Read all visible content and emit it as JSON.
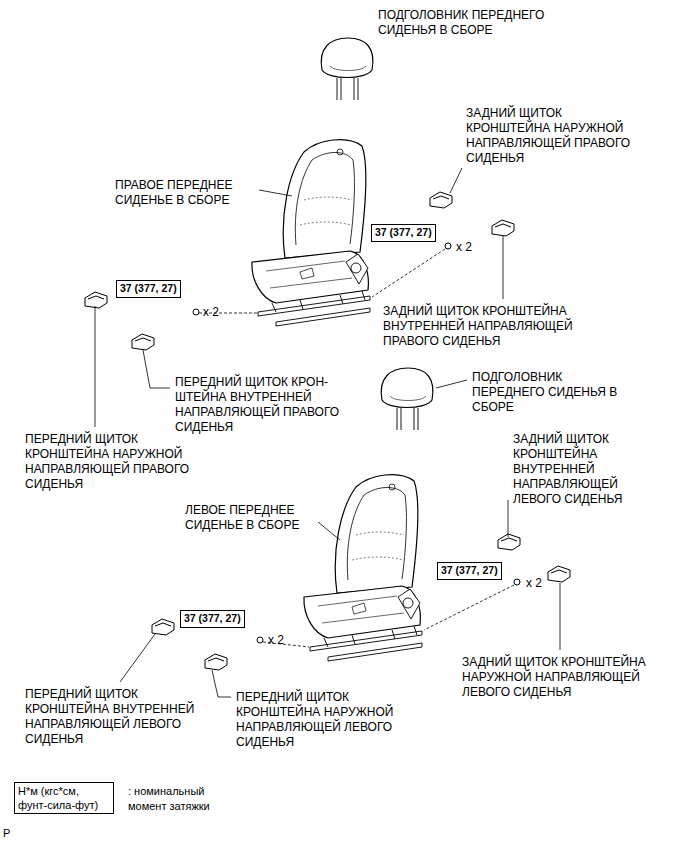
{
  "diagram": {
    "nodes": [
      {
        "text": [
          "37 (377, 27)"
        ]
      },
      {
        "text": [
          "37 (377, 27)"
        ]
      },
      {
        "text": [
          "37 (377, 27)"
        ]
      },
      {
        "text": [
          "37 (377, 27)"
        ]
      },
      {
        "text": [
          "Н*м (кгс*см, фунт-сила-фут)"
        ]
      }
    ],
    "labels": [
      "ПОДГОЛОВНИК ПЕРЕДНЕГО СИДЕНЬЯ В СБОРЕ",
      "ЗАДНИЙ ЩИТОК КРОНШТЕЙНА НАРУЖНОЙ НАПРАВЛЯЮЩЕЙ ПРАВОГО СИДЕНЬЯ",
      "ПРАВОЕ ПЕРЕДНЕЕ СИДЕНЬЕ В СБОРЕ",
      "x 2",
      "x 2",
      "ЗАДНИЙ ЩИТОК КРОНШТЕЙНА ВНУТРЕННЕЙ НАПРАВЛЯЮЩЕЙ ПРАВОГО СИДЕНЬЯ",
      "ПОДГОЛОВНИК ПЕРЕДНЕГО СИДЕНЬЯ В СБОРЕ",
      "ПЕРЕДНИЙ ЩИТОК КРОН-ШТЕЙНА ВНУТРЕННЕЙ НАПРАВЛЯЮЩЕЙ ПРАВОГО СИДЕНЬЯ",
      "ПЕРЕДНИЙ ЩИТОК КРОНШТЕЙНА НАРУЖНОЙ НАПРАВЛЯЮЩЕЙ ПРАВОГО СИДЕНЬЯ",
      "ЗАДНИЙ ЩИТОК КРОНШТЕЙНА ВНУТРЕННЕЙ НАПРАВЛЯЮЩЕЙ ЛЕВОГО СИДЕНЬЯ",
      "ЛЕВОЕ ПЕРЕДНЕЕ СИДЕНЬЕ В СБОРЕ",
      "x 2",
      "x 2",
      "ЗАДНИЙ ЩИТОК КРОНШТЕЙНА НАРУЖНОЙ НАПРАВЛЯЮЩЕЙ ЛЕВОГО СИДЕНЬЯ",
      "ПЕРЕДНИЙ ЩИТОК КРОНШТЕЙНА ВНУТРЕННЕЙ НАПРАВЛЯЮЩЕЙ ЛЕВОГО СИДЕНЬЯ",
      "ПЕРЕДНИЙ ЩИТОК КРОНШТЕЙНА НАРУЖНОЙ НАПРАВЛЯЮЩЕЙ ЛЕВОГО СИДЕНЬЯ",
      ": номинальный момент затяжки",
      "P"
    ]
  }
}
